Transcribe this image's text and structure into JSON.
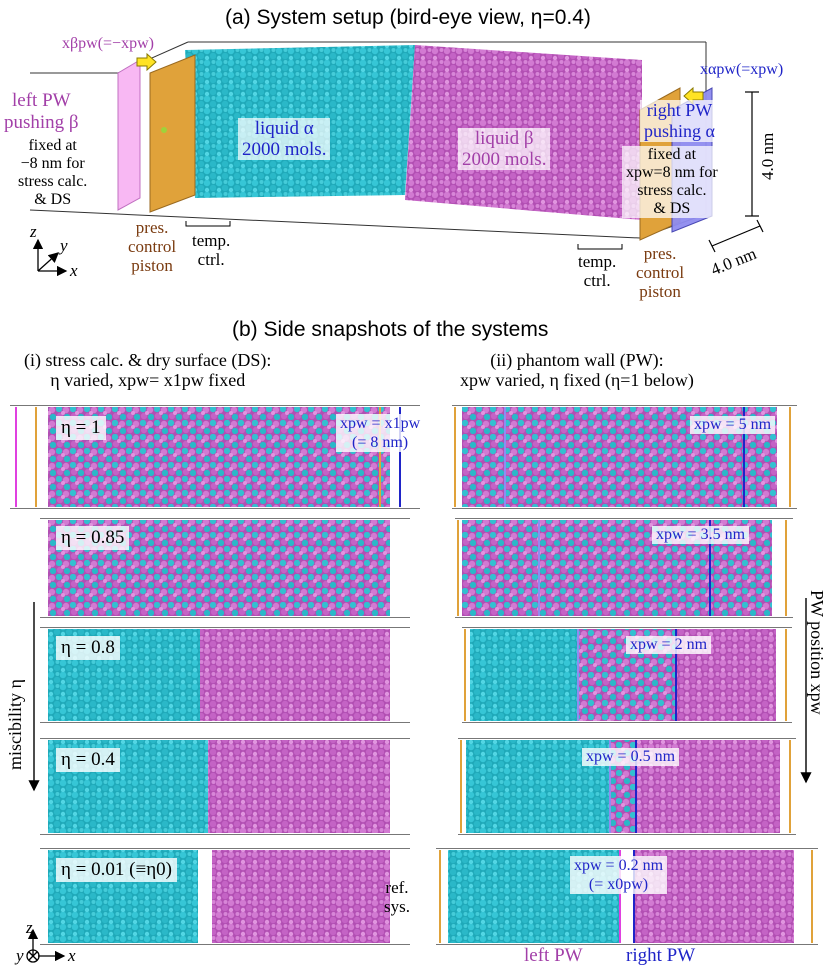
{
  "panel_a": {
    "title": "(a) System setup (bird-eye view, η=0.4)",
    "left_pw_xlabel": "xβpw(=−xpw)",
    "right_pw_xlabel": "xαpw(=xpw)",
    "left_pw_text": [
      "left PW",
      "pushing β"
    ],
    "left_fixed_text": [
      "fixed at",
      "−8 nm for",
      "stress calc.",
      "& DS"
    ],
    "liquid_alpha": [
      "liquid α",
      "2000 mols."
    ],
    "liquid_beta": [
      "liquid β",
      "2000 mols."
    ],
    "right_pw_text": [
      "right PW",
      "pushing α"
    ],
    "right_fixed_text": [
      "fixed at",
      "xpw=8 nm for",
      "stress calc.",
      "& DS"
    ],
    "height_label": "4.0 nm",
    "depth_label": "4.0 nm",
    "left_piston": [
      "pres.",
      "control",
      "piston"
    ],
    "right_piston": [
      "pres.",
      "control",
      "piston"
    ],
    "left_temp": [
      "temp.",
      "ctrl."
    ],
    "right_temp": [
      "temp.",
      "ctrl."
    ],
    "axes": {
      "z": "z",
      "y": "y",
      "x": "x"
    }
  },
  "panel_b": {
    "title": "(b) Side snapshots of the systems",
    "col1_title": [
      "(i) stress calc. & dry surface (DS):",
      "η varied, xpw= x1pw fixed"
    ],
    "col2_title": [
      "(ii) phantom wall (PW):",
      "xpw varied, η fixed (η=1 below)"
    ],
    "left_axis_label": "miscibility η",
    "right_axis_label": "PW position xpw",
    "eta_labels": [
      "η = 1",
      "η = 0.85",
      "η = 0.8",
      "η = 0.4",
      "η = 0.01 (≡η0)"
    ],
    "xpw_labels": [
      "xpw = 5 nm",
      "xpw = 3.5 nm",
      "xpw = 2 nm",
      "xpw = 0.5 nm",
      "xpw = 0.2 nm"
    ],
    "first_xpw_left": [
      "xpw = x1pw",
      "(= 8 nm)"
    ],
    "last_xpw_sub": "(= x0pw)",
    "ref_sys": [
      "ref.",
      "sys."
    ],
    "left_pw": "left PW",
    "right_pw": "right PW",
    "axes": {
      "z": "z",
      "y": "y",
      "x": "x"
    }
  },
  "colors": {
    "cyan": "#29b9c9",
    "magenta": "#c466c4",
    "piston": "#e0a23a",
    "pw_pink": "#f8b8f3",
    "pw_blue": "#8f8cf0",
    "pw_line_blue": "#1f24c8",
    "pw_line_magenta": "#e040e0"
  }
}
